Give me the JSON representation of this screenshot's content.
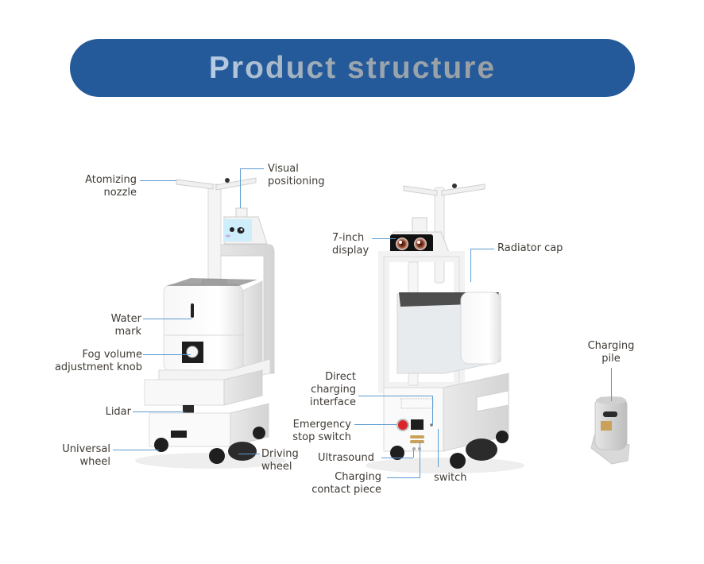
{
  "banner": {
    "title": "Product structure",
    "background_color": "#245a9a"
  },
  "left_robot": {
    "view": "front-left",
    "face": "cartoon-eyes",
    "labels": [
      {
        "id": "atomizing-nozzle",
        "text": "Atomizing\nnozzle"
      },
      {
        "id": "visual-positioning",
        "text": "Visual\npositioning"
      },
      {
        "id": "water-mark",
        "text": "Water\nmark"
      },
      {
        "id": "fog-volume-knob",
        "text": "Fog volume\nadjustment knob"
      },
      {
        "id": "lidar",
        "text": "Lidar"
      },
      {
        "id": "universal-wheel",
        "text": "Universal\nwheel"
      },
      {
        "id": "driving-wheel",
        "text": "Driving\nwheel"
      }
    ]
  },
  "right_robot": {
    "view": "rear-right",
    "labels": [
      {
        "id": "display",
        "text": "7-inch\ndisplay"
      },
      {
        "id": "radiator-cap",
        "text": "Radiator cap"
      },
      {
        "id": "direct-charging-interface",
        "text": "Direct\ncharging\ninterface"
      },
      {
        "id": "emergency-stop",
        "text": "Emergency\nstop switch"
      },
      {
        "id": "ultrasound",
        "text": "Ultrasound"
      },
      {
        "id": "charging-contact",
        "text": "Charging\ncontact piece"
      },
      {
        "id": "switch",
        "text": "switch"
      }
    ]
  },
  "charging_pile": {
    "labels": [
      {
        "id": "charging-pile",
        "text": "Charging\npile"
      }
    ]
  },
  "colors": {
    "leader_line": "#5c9bd1",
    "label_text": "#3f3a34",
    "emergency_red": "#d8262b",
    "contact_gold": "#c9a15a"
  }
}
